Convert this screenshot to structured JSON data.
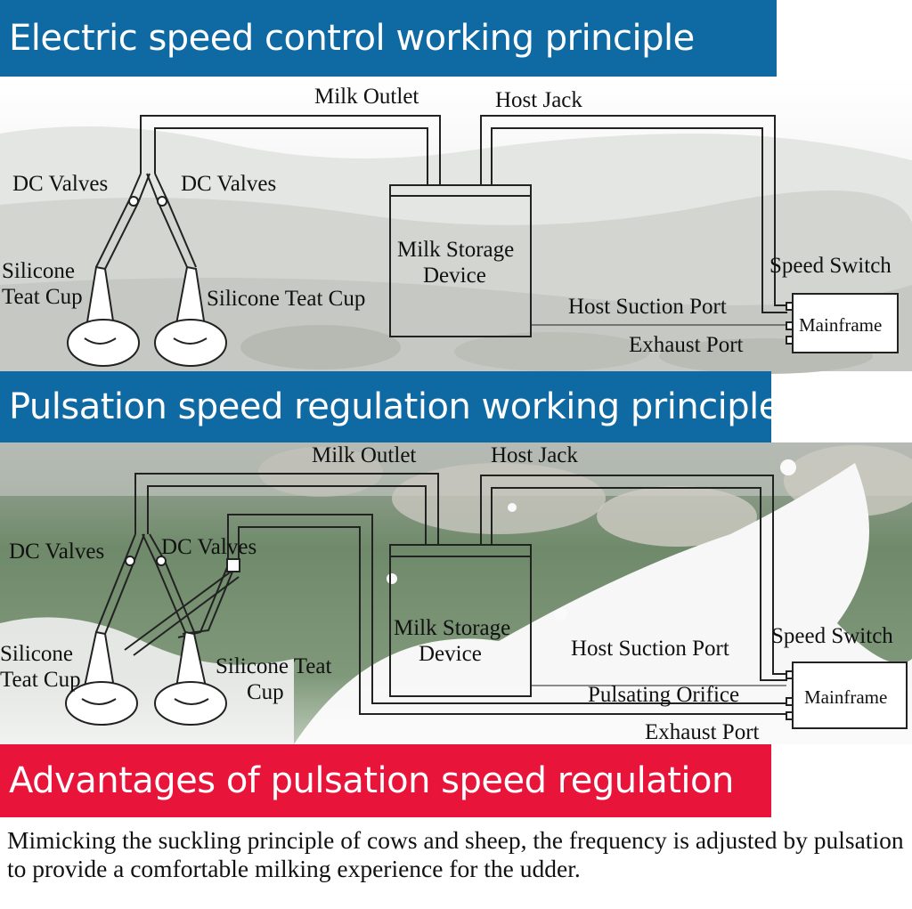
{
  "sections": {
    "electric": {
      "title": "Electric speed control working principle",
      "labels": {
        "milk_outlet": "Milk Outlet",
        "host_jack": "Host Jack",
        "dc_valves_left": "DC Valves",
        "dc_valves_right": "DC Valves",
        "silicone_left_1": "Silicone",
        "silicone_left_2": "Teat Cup",
        "silicone_right": "Silicone Teat Cup",
        "storage_1": "Milk Storage",
        "storage_2": "Device",
        "speed_switch": "Speed Switch",
        "host_suction_port": "Host Suction Port",
        "exhaust_port": "Exhaust Port",
        "mainframe": "Mainframe"
      }
    },
    "pulsation": {
      "title": "Pulsation speed regulation working principle",
      "labels": {
        "milk_outlet": "Milk Outlet",
        "host_jack": "Host Jack",
        "dc_valves_left": "DC Valves",
        "dc_valves_right": "DC Valves",
        "silicone_left_1": "Silicone",
        "silicone_left_2": "Teat Cup",
        "silicone_right_1": "Silicone Teat",
        "silicone_right_2": "Cup",
        "storage_1": "Milk Storage",
        "storage_2": "Device",
        "speed_switch": "Speed Switch",
        "host_suction_port": "Host Suction Port",
        "pulsating_orifice": "Pulsating Orifice",
        "exhaust_port": "Exhaust Port",
        "mainframe": "Mainframe"
      }
    },
    "advantages": {
      "title": "Advantages of pulsation speed regulation",
      "text": "Mimicking the suckling principle of cows and sheep, the frequency is adjusted by pulsation to provide a comfortable milking experience for the udder."
    }
  }
}
